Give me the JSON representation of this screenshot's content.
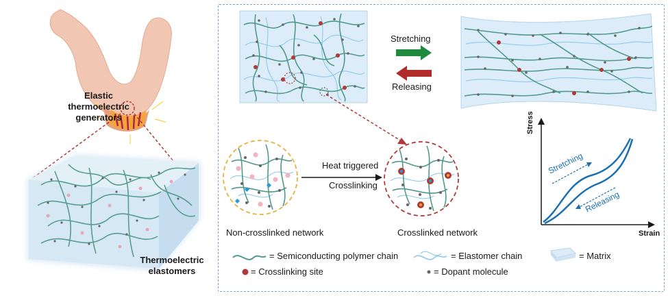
{
  "left": {
    "device_label": "Elastic\nthermoelectric\ngenerators",
    "film_label": "Thermoelectric\nelastomers"
  },
  "top": {
    "stretching": "Stretching",
    "releasing": "Releasing"
  },
  "middle": {
    "heat_triggered": "Heat triggered",
    "crosslinking": "Crosslinking",
    "non_crosslinked": "Non-crosslinked network",
    "crosslinked": "Crosslinked network"
  },
  "chart_data": {
    "type": "line",
    "xlabel": "Strain",
    "ylabel": "Stress",
    "series": [
      {
        "name": "Stretching"
      },
      {
        "name": "Releasing"
      }
    ],
    "annotations": [
      "Stretching",
      "Releasing"
    ]
  },
  "legend": {
    "semiconducting": "= Semiconducting polymer chain",
    "elastomer": "= Elastomer chain",
    "matrix": "= Matrix",
    "crosslinking_site": "= Crosslinking site",
    "dopant": "= Dopant molecule"
  },
  "colors": {
    "polymer": "#4f9a8a",
    "elastomer": "#8ec9ec",
    "matrix": "#d9ebf6",
    "crosslink": "#b03a3a",
    "dopant": "#666666",
    "arrow_green": "#1f8a3b",
    "arrow_red": "#b22b2b",
    "curve": "#1a6fb0"
  }
}
